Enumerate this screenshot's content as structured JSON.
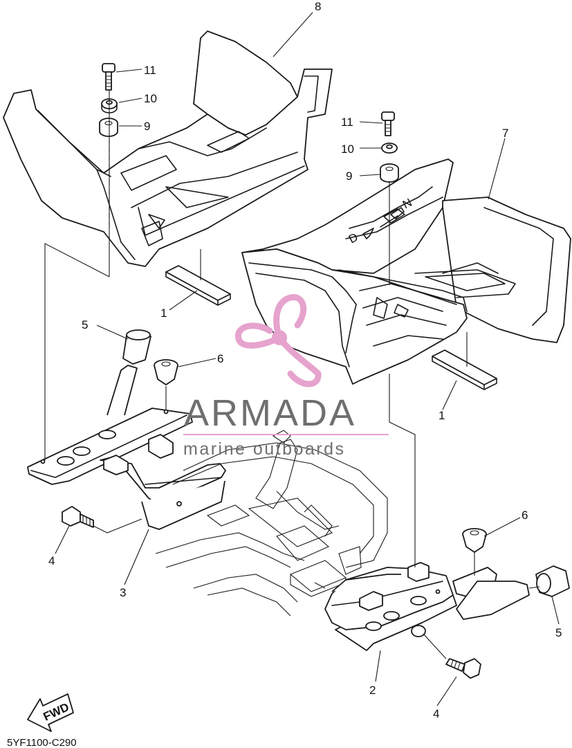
{
  "diagram": {
    "callouts": [
      {
        "id": "c8",
        "label": "8"
      },
      {
        "id": "c11a",
        "label": "11"
      },
      {
        "id": "c10a",
        "label": "10"
      },
      {
        "id": "c9a",
        "label": "9"
      },
      {
        "id": "c1a",
        "label": "1"
      },
      {
        "id": "c5a",
        "label": "5"
      },
      {
        "id": "c6a",
        "label": "6"
      },
      {
        "id": "c4a",
        "label": "4"
      },
      {
        "id": "c3",
        "label": "3"
      },
      {
        "id": "c7",
        "label": "7"
      },
      {
        "id": "c11b",
        "label": "11"
      },
      {
        "id": "c10b",
        "label": "10"
      },
      {
        "id": "c9b",
        "label": "9"
      },
      {
        "id": "c1b",
        "label": "1"
      },
      {
        "id": "c6b",
        "label": "6"
      },
      {
        "id": "c5b",
        "label": "5"
      },
      {
        "id": "c2",
        "label": "2"
      },
      {
        "id": "c4b",
        "label": "4"
      }
    ],
    "footrest_marks": {
      "d": "D",
      "n": "N"
    },
    "fwd_label": "FWD",
    "diagram_code": "5YF1100-C290"
  },
  "watermark": {
    "brand": "ARMADA",
    "tagline": "marine outboards",
    "colors": {
      "logo": "#e6a3cd",
      "text": "#6f6f6f",
      "rule": "#e6a3cd"
    }
  }
}
